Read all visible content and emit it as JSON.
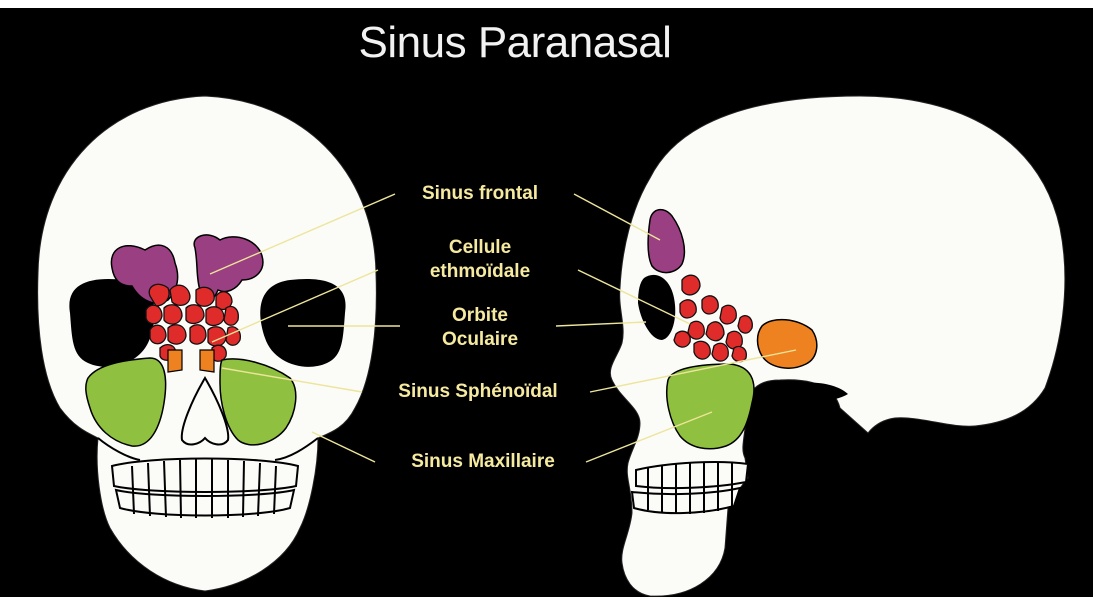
{
  "title": "Sinus Paranasal",
  "labels": {
    "frontal": "Sinus frontal",
    "ethmoid_1": "Cellule",
    "ethmoid_2": "ethmoïdale",
    "orbit_1": "Orbite",
    "orbit_2": "Oculaire",
    "sphenoid": "Sinus Sphénoïdal",
    "maxillary": "Sinus Maxillaire"
  },
  "colors": {
    "background": "#000000",
    "bone": "#fbfbf8",
    "frontal_sinus": "#9b3f83",
    "ethmoid_cells": "#e02b2b",
    "sphenoid_sinus": "#ef8220",
    "maxillary_sinus": "#8fc03f",
    "label_text": "#f6eaa0",
    "leader_lines": "#ece59a"
  }
}
